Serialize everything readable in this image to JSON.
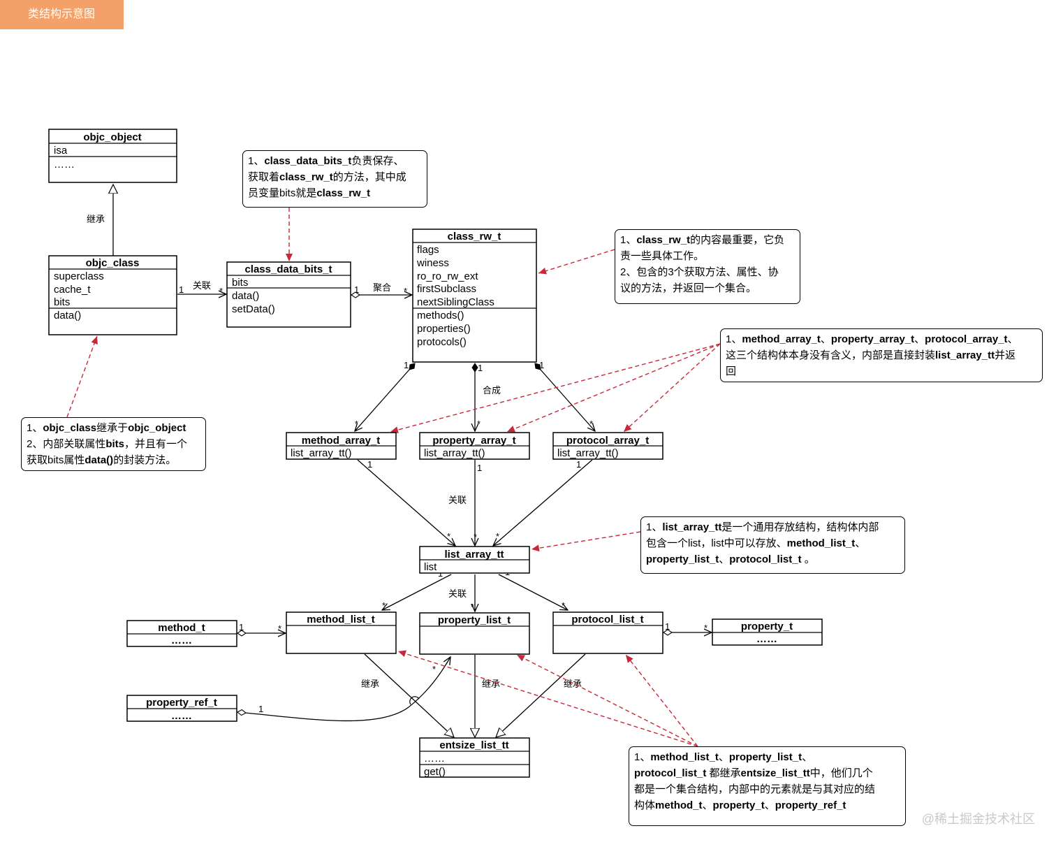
{
  "header": {
    "tag": "类结构示意图"
  },
  "watermark": "@稀土掘金技术社区",
  "classes": {
    "objc_object": {
      "title": "objc_object",
      "fields": [
        "isa",
        "……"
      ]
    },
    "objc_class": {
      "title": "objc_class",
      "fields": [
        "superclass",
        "cache_t",
        "bits"
      ],
      "methods": [
        "data()"
      ]
    },
    "class_data_bits_t": {
      "title": "class_data_bits_t",
      "fields": [
        "bits"
      ],
      "methods": [
        "data()",
        "setData()"
      ]
    },
    "class_rw_t": {
      "title": "class_rw_t",
      "fields": [
        "flags",
        "winess",
        "ro_ro_rw_ext",
        "firstSubclass",
        "nextSiblingClass"
      ],
      "methods": [
        "methods()",
        "properties()",
        "protocols()"
      ]
    },
    "method_array_t": {
      "title": "method_array_t",
      "fields": [
        "list_array_tt()"
      ]
    },
    "property_array_t": {
      "title": "property_array_t",
      "fields": [
        "list_array_tt()"
      ]
    },
    "protocol_array_t": {
      "title": "protocol_array_t",
      "fields": [
        "list_array_tt()"
      ]
    },
    "list_array_tt": {
      "title": "list_array_tt",
      "fields": [
        "list"
      ]
    },
    "method_list_t": {
      "title": "method_list_t"
    },
    "property_list_t": {
      "title": "property_list_t"
    },
    "protocol_list_t": {
      "title": "protocol_list_t"
    },
    "method_t": {
      "title": "method_t",
      "fields": [
        "……"
      ]
    },
    "property_t": {
      "title": "property_t",
      "fields": [
        "……"
      ]
    },
    "property_ref_t": {
      "title": "property_ref_t",
      "fields": [
        "……"
      ]
    },
    "entsize_list_tt": {
      "title": "entsize_list_tt",
      "fields": [
        "……"
      ],
      "methods": [
        "get()"
      ]
    }
  },
  "relations": {
    "inherit": "继承",
    "associate": "关联",
    "aggregate": "聚合",
    "compose": "合成",
    "one": "1",
    "many": "*"
  },
  "notes": {
    "bits": [
      [
        {
          "t": "1、"
        },
        {
          "t": "class_data_bits_t",
          "b": true
        },
        {
          "t": "负责保存、"
        }
      ],
      [
        {
          "t": "获取着"
        },
        {
          "t": "class_rw_t",
          "b": true
        },
        {
          "t": "的方法，其中成"
        }
      ],
      [
        {
          "t": "员变量bits就是"
        },
        {
          "t": "class_rw_t",
          "b": true
        }
      ]
    ],
    "rw": [
      [
        {
          "t": "1、"
        },
        {
          "t": "class_rw_t",
          "b": true
        },
        {
          "t": "的内容最重要，它负"
        }
      ],
      [
        {
          "t": "责一些具体工作。"
        }
      ],
      [
        {
          "t": "2、包含的3个获取方法、属性、协"
        }
      ],
      [
        {
          "t": "议的方法，并返回一个集合。"
        }
      ]
    ],
    "arrays": [
      [
        {
          "t": "1、"
        },
        {
          "t": "method_array_t",
          "b": true
        },
        {
          "t": "、"
        },
        {
          "t": "property_array_t",
          "b": true
        },
        {
          "t": "、"
        },
        {
          "t": "protocol_array_t",
          "b": true
        },
        {
          "t": "、"
        }
      ],
      [
        {
          "t": "这三个结构体本身没有含义，内部是直接封装"
        },
        {
          "t": "list_array_tt",
          "b": true
        },
        {
          "t": "并返"
        }
      ],
      [
        {
          "t": "回"
        }
      ]
    ],
    "objc_class": [
      [
        {
          "t": "1、"
        },
        {
          "t": "objc_class",
          "b": true
        },
        {
          "t": "继承于"
        },
        {
          "t": "objc_object",
          "b": true
        }
      ],
      [
        {
          "t": "2、内部关联属性"
        },
        {
          "t": "bits",
          "b": true
        },
        {
          "t": "，并且有一个"
        }
      ],
      [
        {
          "t": "获取bits属性"
        },
        {
          "t": "data()",
          "b": true
        },
        {
          "t": "的封装方法。"
        }
      ]
    ],
    "list_array": [
      [
        {
          "t": "1、"
        },
        {
          "t": "list_array_tt",
          "b": true
        },
        {
          "t": "是一个通用存放结构，结构体内部"
        }
      ],
      [
        {
          "t": "包含一个list，list中可以存放、"
        },
        {
          "t": "method_list_t",
          "b": true
        },
        {
          "t": "、"
        }
      ],
      [
        {
          "t": "property_list_t",
          "b": true
        },
        {
          "t": "、"
        },
        {
          "t": "protocol_list_t",
          "b": true
        },
        {
          "t": " 。"
        }
      ]
    ],
    "lists": [
      [
        {
          "t": "1、"
        },
        {
          "t": "method_list_t",
          "b": true
        },
        {
          "t": "、"
        },
        {
          "t": "property_list_t",
          "b": true
        },
        {
          "t": "、"
        }
      ],
      [
        {
          "t": "protocol_list_t",
          "b": true
        },
        {
          "t": " 都继承"
        },
        {
          "t": "entsize_list_tt",
          "b": true
        },
        {
          "t": "中，他们几个"
        }
      ],
      [
        {
          "t": "都是一个集合结构，内部中的元素就是与其对应的结"
        }
      ],
      [
        {
          "t": "构体"
        },
        {
          "t": "method_t",
          "b": true
        },
        {
          "t": "、"
        },
        {
          "t": "property_t",
          "b": true
        },
        {
          "t": "、"
        },
        {
          "t": "property_ref_t",
          "b": true
        }
      ]
    ]
  }
}
